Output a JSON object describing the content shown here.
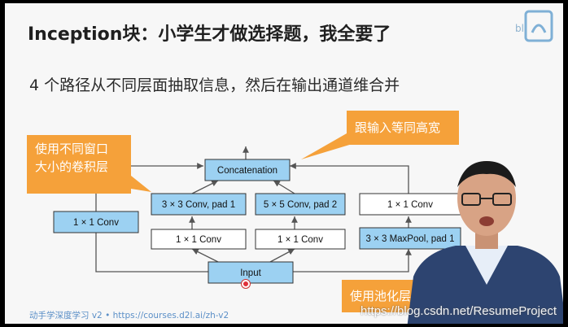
{
  "slide": {
    "title": "Inception块：小学生才做选择题，我全要了",
    "subtitle": "4 个路径从不同层面抽取信息，然后在输出通道维合并"
  },
  "logo": {
    "text": "bl"
  },
  "diagram": {
    "concat": "Concatenation",
    "input": "Input",
    "path1_conv": "1 × 1 Conv",
    "path2_conv1": "1 × 1 Conv",
    "path2_conv3": "3 × 3 Conv, pad 1",
    "path3_conv1": "1 × 1 Conv",
    "path3_conv5": "5 × 5 Conv, pad 2",
    "path4_conv1": "1 × 1 Conv",
    "path4_pool": "3 × 3 MaxPool, pad 1"
  },
  "callouts": {
    "left": "使用不同窗口\n大小的卷积层",
    "right": "跟输入等同高宽",
    "bottom": "使用池化层"
  },
  "footer": "动手学深度学习 v2 • https://courses.d2l.ai/zh-v2",
  "watermark": "https://blog.csdn.net/ResumeProject",
  "colors": {
    "box_blue": "#9cd1f2",
    "box_white": "#ffffff",
    "callout_orange": "#f5a13a",
    "arrow": "#555555"
  }
}
